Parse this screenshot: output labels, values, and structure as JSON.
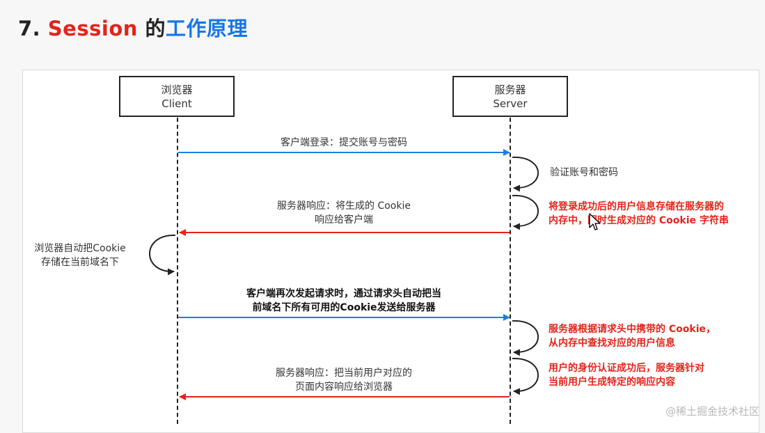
{
  "title": {
    "prefix": "7. ",
    "keyword": "Session",
    "middle": " 的",
    "suffix": "工作原理",
    "colors": {
      "prefix": "#222222",
      "keyword": "#e3241b",
      "suffix": "#1677e5"
    }
  },
  "actors": {
    "client": {
      "line1": "浏览器",
      "line2": "Client"
    },
    "server": {
      "line1": "服务器",
      "line2": "Server"
    }
  },
  "messages": {
    "login": "客户端登录：提交账号与密码",
    "verify": "验证账号和密码",
    "response1": {
      "line1": "服务器响应：将生成的 Cookie",
      "line2": "响应给客户端"
    },
    "store_session": {
      "line1": "将登录成功后的用户信息存储在服务器的",
      "line2": "内存中，同时生成对应的 Cookie 字符串"
    },
    "browser_store": {
      "line1": "浏览器自动把Cookie",
      "line2": "存储在当前域名下"
    },
    "request2": {
      "line1": "客户端再次发起请求时，通过请求头自动把当",
      "line2": "前域名下所有可用的Cookie发送给服务器"
    },
    "lookup": {
      "line1": "服务器根据请求头中携带的 Cookie，",
      "line2": "从内存中查找对应的用户信息"
    },
    "generate": {
      "line1": "用户的身份认证成功后，服务器针对",
      "line2": "当前用户生成特定的响应内容"
    },
    "response2": {
      "line1": "服务器响应：把当前用户对应的",
      "line2": "页面内容响应给浏览器"
    }
  },
  "arrow_colors": {
    "request": "#1b7fe6",
    "response": "#e3241b",
    "self": "#222222"
  },
  "watermark": "@稀土掘金技术社区"
}
